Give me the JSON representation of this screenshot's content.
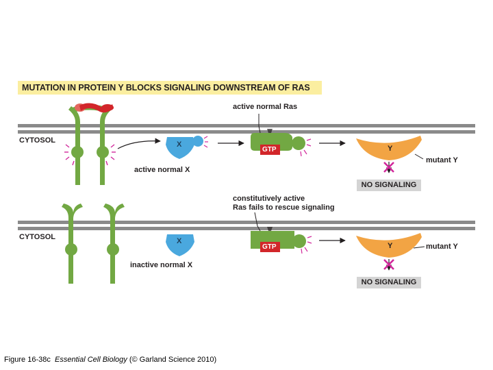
{
  "title": "MUTATION IN PROTEIN Y BLOCKS SIGNALING DOWNSTREAM OF RAS",
  "panel_top": {
    "cytosol_label": "CYTOSOL",
    "x_label": "X",
    "x_caption": "active normal X",
    "ras_caption": "active normal Ras",
    "gtp_label": "GTP",
    "y_label": "Y",
    "y_caption": "mutant Y",
    "no_signaling": "NO SIGNALING"
  },
  "panel_bottom": {
    "cytosol_label": "CYTOSOL",
    "x_label": "X",
    "x_caption": "inactive normal X",
    "ras_caption_line1": "constitutively active",
    "ras_caption_line2": "Ras fails to rescue signaling",
    "gtp_label": "GTP",
    "y_label": "Y",
    "y_caption": "mutant Y",
    "no_signaling": "NO SIGNALING"
  },
  "caption": {
    "figure": "Figure 16-38c",
    "book": "Essential Cell Biology",
    "credit": "(© Garland Science 2010)"
  },
  "colors": {
    "membrane": "#8a8a8a",
    "receptor": "#72a843",
    "signal": "#d2262a",
    "protein_x": "#4aa8de",
    "protein_y": "#f2a444",
    "gtp": "#d2262a",
    "no_signaling_cross": "#d1279b",
    "banner": "#fbeea0"
  }
}
